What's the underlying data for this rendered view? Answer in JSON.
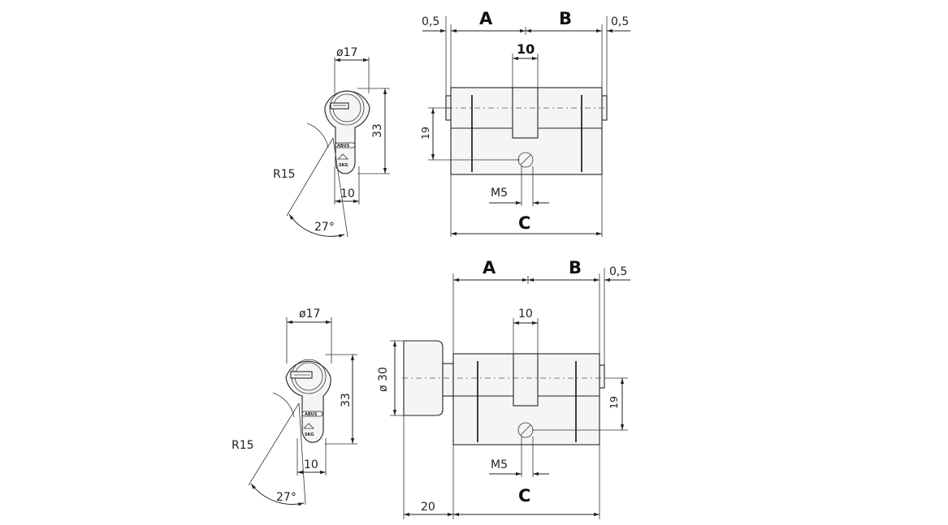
{
  "top": {
    "front": {
      "diameter": "ø17",
      "height": "33",
      "width": "10",
      "radius": "R15",
      "angle": "27°"
    },
    "side": {
      "a": "A",
      "b": "B",
      "left_offset": "0,5",
      "right_offset": "0,5",
      "cam": "10",
      "center": "19",
      "screw": "M5",
      "total": "C"
    }
  },
  "bottom": {
    "front": {
      "diameter": "ø17",
      "height": "33",
      "width": "10",
      "radius": "R15",
      "angle": "27°"
    },
    "side": {
      "a": "A",
      "b": "B",
      "right_offset": "0,5",
      "cam": "10",
      "knob_diameter": "ø 30",
      "center": "19",
      "screw": "M5",
      "total": "C",
      "knob_length": "20"
    }
  },
  "logo": {
    "brand": "ABUS",
    "cert": "SKG"
  }
}
